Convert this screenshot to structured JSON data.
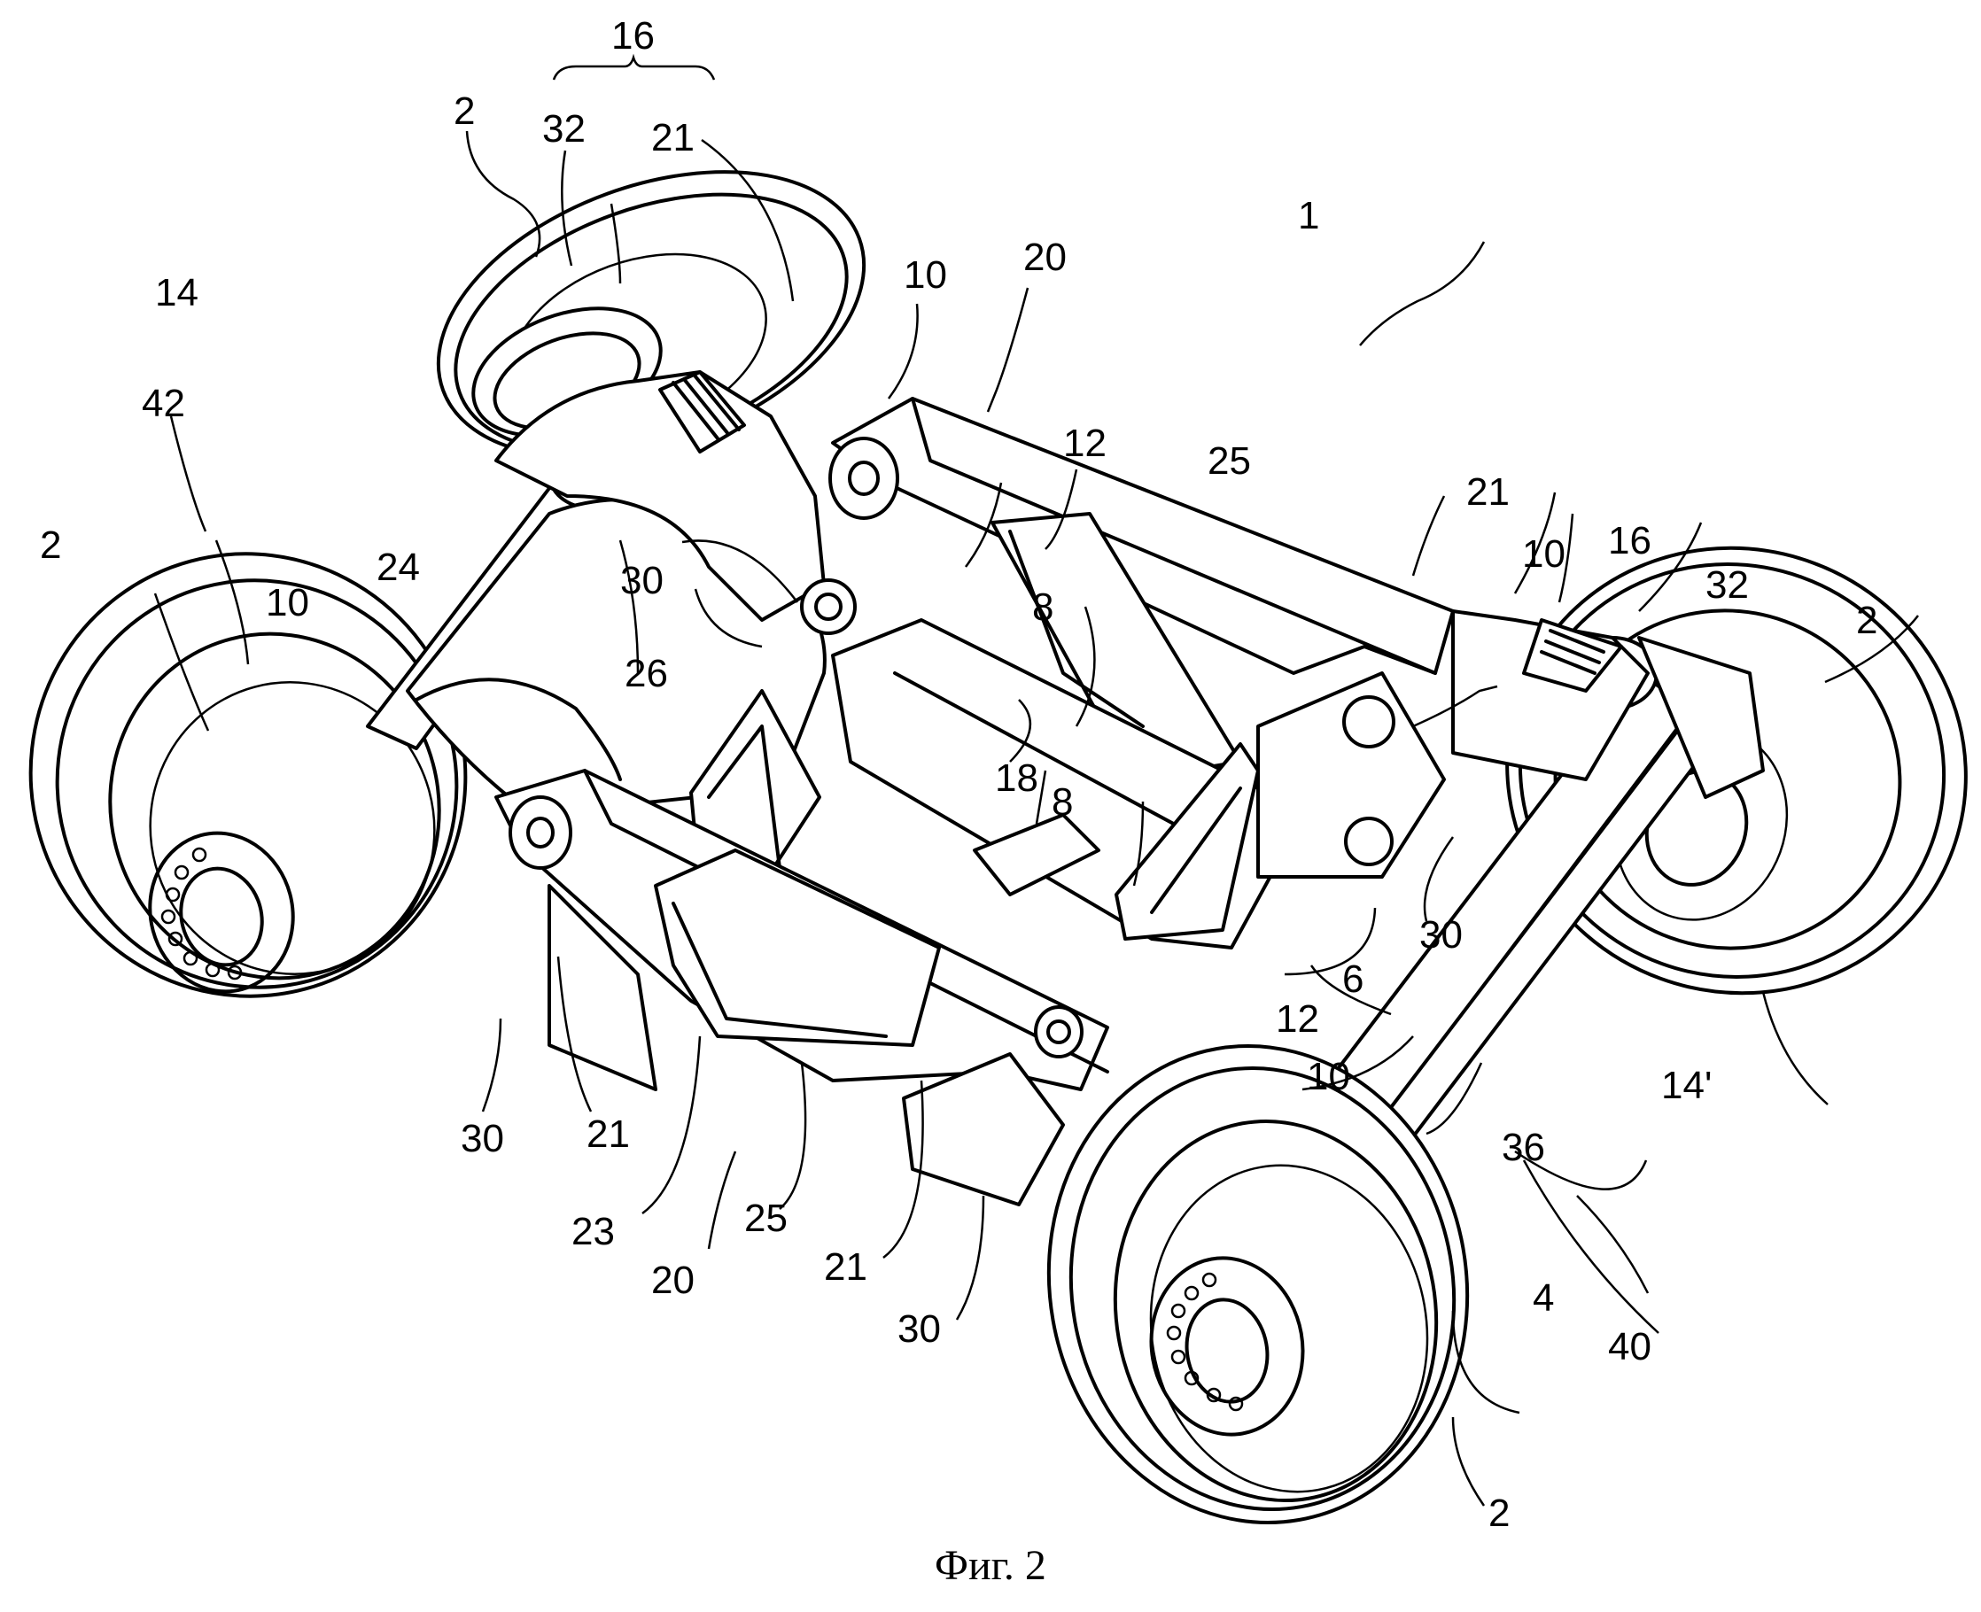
{
  "figure": {
    "caption": "Фиг. 2",
    "subject": "railway bogie, perspective view",
    "colors": {
      "ink": "#000000",
      "paper": "#ffffff"
    }
  },
  "labels": {
    "l1": "1",
    "l2_top": "2",
    "l2_left": "2",
    "l2_right": "2",
    "l2_bottom": "2",
    "l4": "4",
    "l6": "6",
    "l8_a": "8",
    "l8_b": "8",
    "l10_top": "10",
    "l10_left": "10",
    "l10_right": "10",
    "l10_bottom": "10",
    "l12_a": "12",
    "l12_b": "12",
    "l14": "14",
    "l14p": "14'",
    "l16_top": "16",
    "l16_right": "16",
    "l18": "18",
    "l20_top": "20",
    "l20_bottom": "20",
    "l21_top": "21",
    "l21_right": "21",
    "l21_left": "21",
    "l21_bottom": "21",
    "l23": "23",
    "l24": "24",
    "l25_top": "25",
    "l25_bottom": "25",
    "l26": "26",
    "l30_a": "30",
    "l30_b": "30",
    "l30_c": "30",
    "l30_d": "30",
    "l32_top": "32",
    "l32_right": "32",
    "l36": "36",
    "l40": "40",
    "l42": "42"
  }
}
